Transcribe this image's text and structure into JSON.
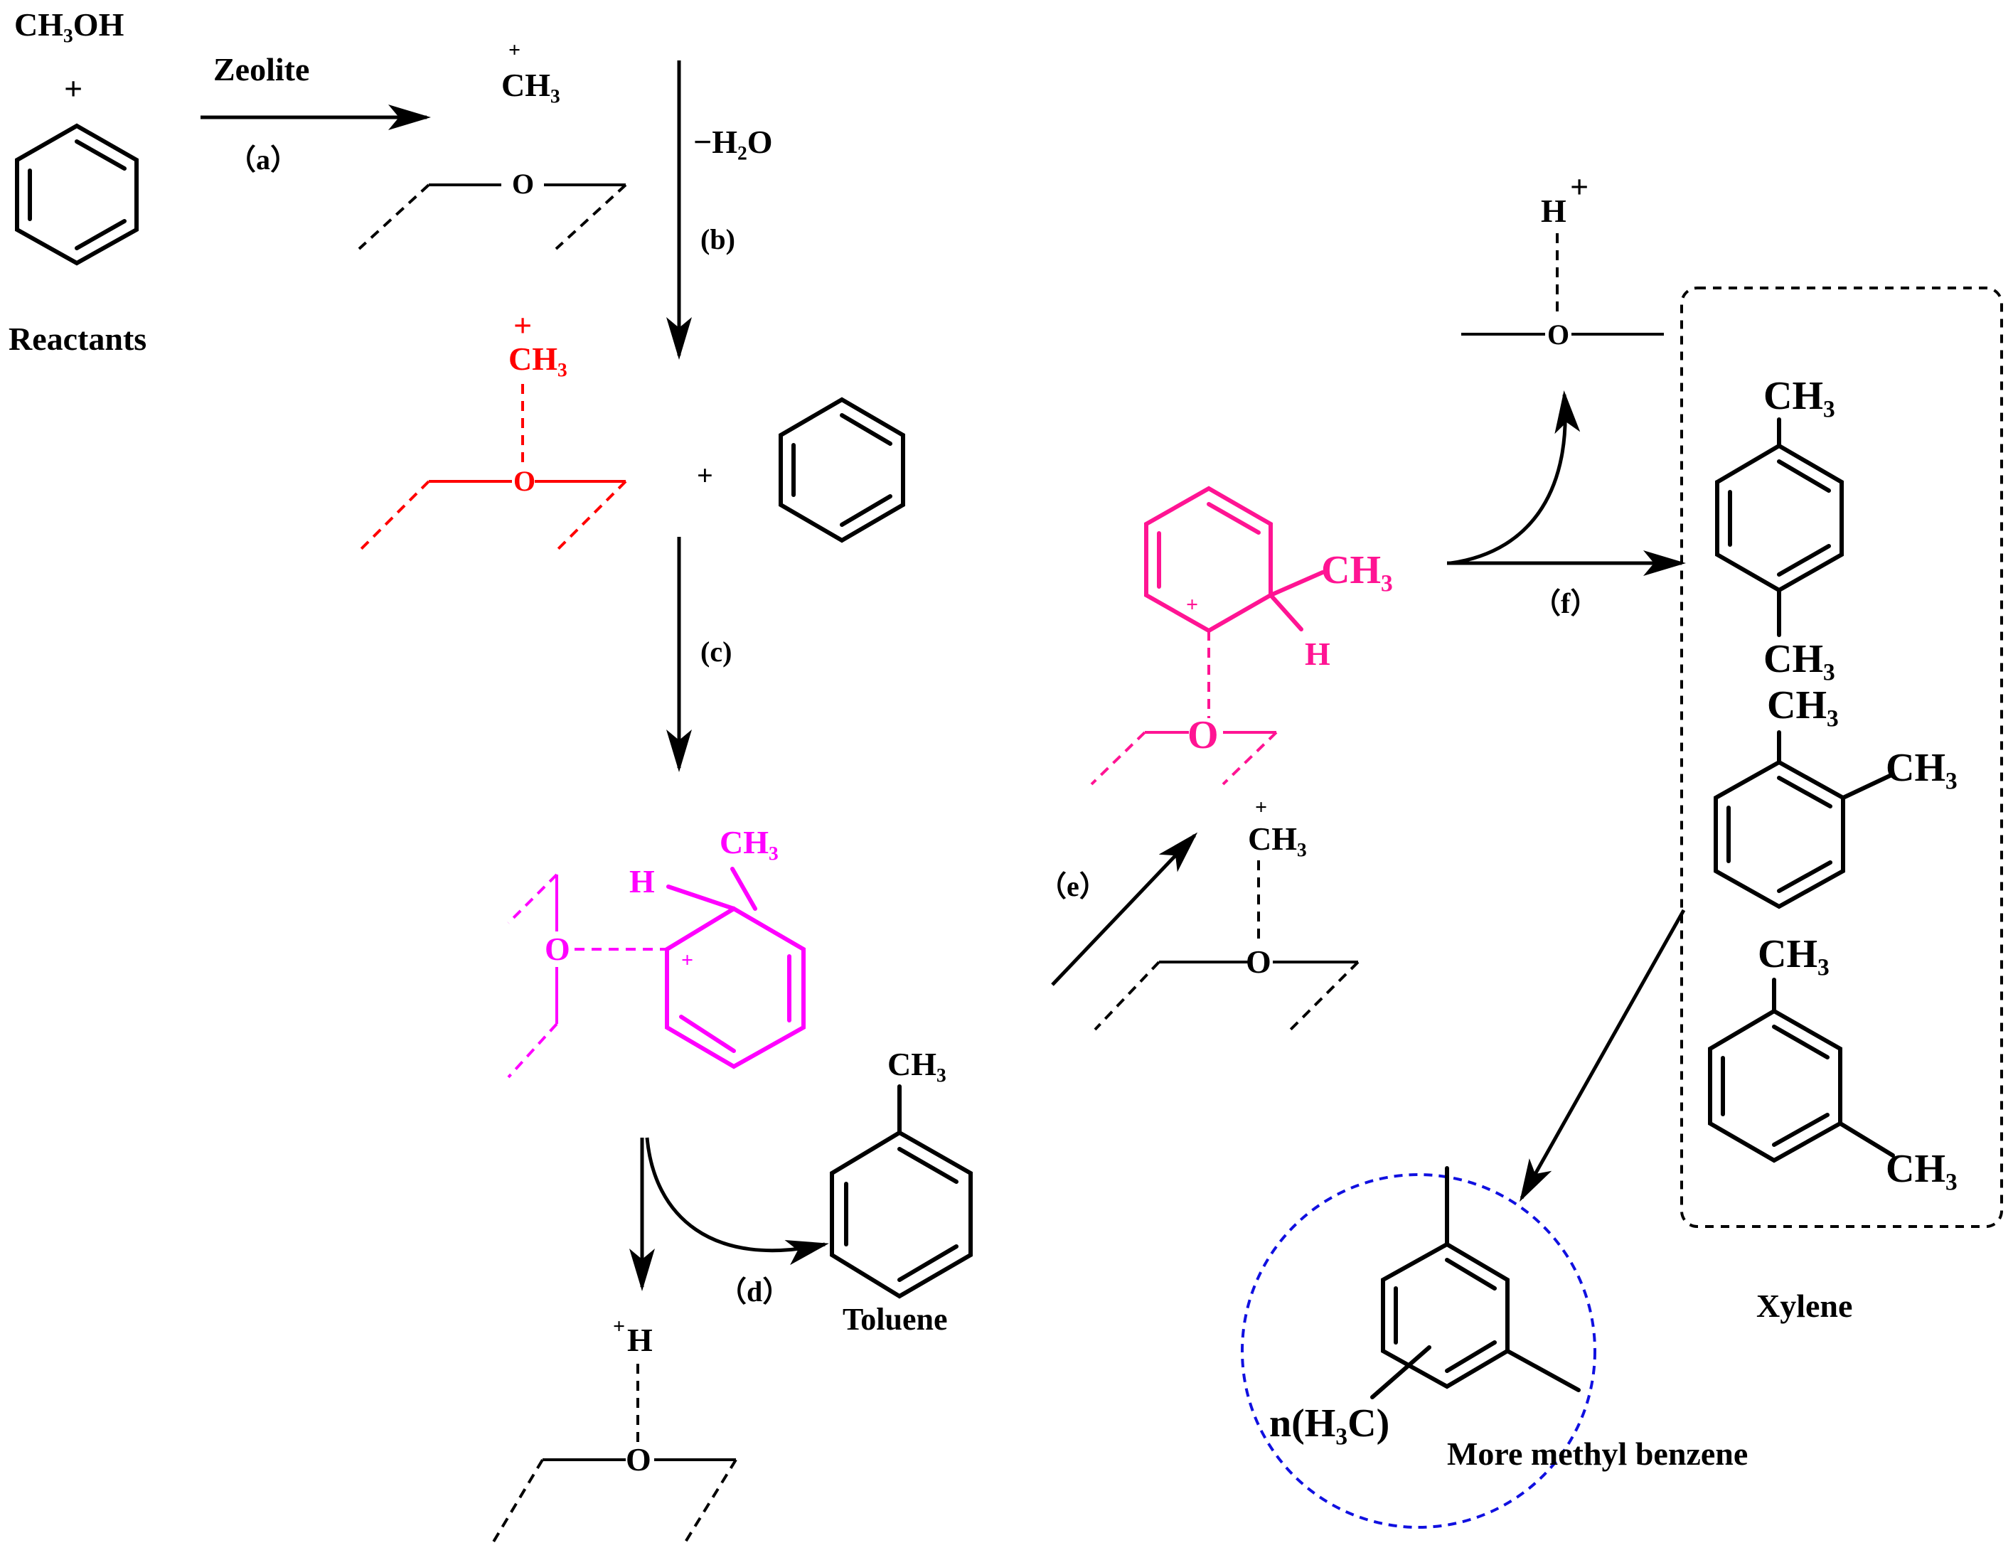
{
  "colors": {
    "black": "#000000",
    "red": "#ff0000",
    "magenta": "#ff00ff",
    "pink": "#ff1493",
    "blue_dash": "#1010e0"
  },
  "reactants": {
    "methanol": "CH₃OH",
    "plus": "+",
    "label": "Reactants"
  },
  "arrows": {
    "a_reagent": "Zeolite",
    "a": "（a）",
    "b_reagent": "−H₂O",
    "b": "(b)",
    "c": "(c)",
    "d": "（d）",
    "e": "（e）",
    "f": "（f）"
  },
  "groups": {
    "ch3": "CH₃",
    "charge_plus": "+",
    "oxygen": "O",
    "hydrogen": "H",
    "plus_sign": "+"
  },
  "products": {
    "toluene": "Toluene",
    "xylene": "Xylene",
    "more_methyl_benzene": "More methyl benzene",
    "substituent": "n(H₃C)"
  }
}
